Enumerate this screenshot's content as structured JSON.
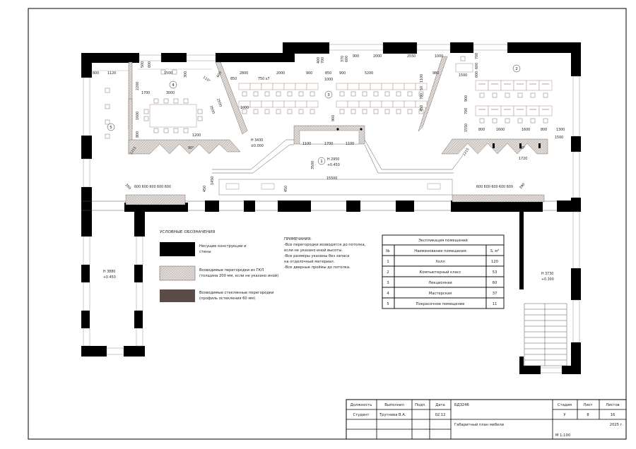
{
  "rooms": [
    {
      "number": "1",
      "name": "Холл",
      "area": "120"
    },
    {
      "number": "2",
      "name": "Компьютерный класс",
      "area": "53"
    },
    {
      "number": "3",
      "name": "Лекционная",
      "area": "60"
    },
    {
      "number": "4",
      "name": "Мастерская",
      "area": "37"
    },
    {
      "number": "5",
      "name": "Покрасочное помещение",
      "area": "11"
    }
  ],
  "explication": {
    "title": "Экспликация помещений",
    "col_no": "№",
    "col_name": "Наименование помещения",
    "col_area": "S, м²"
  },
  "legend": {
    "title": "УСЛОВНЫЕ ОБОЗНАЧЕНИЯ",
    "items": [
      {
        "line1": "Несущие конструкции и",
        "line2": "стены",
        "color": "#000000"
      },
      {
        "line1": "Возводимые перегородки из ГКЛ",
        "line2": "(толщина 200 мм, если не указано иной)",
        "color": "#d8d0cc"
      },
      {
        "line1": "Возводимые стеклянные перегородки",
        "line2": "(профиль остекления 60 мм)",
        "color": "#5b4b49"
      }
    ]
  },
  "notes": {
    "title": "ПРИМЕЧАНИЯ:",
    "lines": [
      "-Все перегородки возводятся до потолка,",
      "если не указано иной высоты.",
      "-Все размеры указаны без запаса",
      "на отделочный материал.",
      "-Все дверные проёмы до потолка."
    ]
  },
  "levels": [
    {
      "h": "Н 3430",
      "mark": "±0.000"
    },
    {
      "h": "Н 2950",
      "mark": "+0.450"
    },
    {
      "h": "Н 3880",
      "mark": "+0.450"
    },
    {
      "h": "Н 3730",
      "mark": "+0.300"
    }
  ],
  "dims": {
    "r45": [
      "800",
      "1120",
      "1500",
      "500",
      "600",
      "300",
      "2200",
      "1700",
      "3000",
      "1600",
      "800",
      "1200",
      "1215",
      "90°",
      "3500",
      "2500",
      "600",
      "110°"
    ],
    "r3": [
      "2800",
      "2000",
      "900",
      "850",
      "900",
      "5200",
      "980",
      "850",
      "750 x7",
      "1000",
      "1000",
      "900",
      "1100",
      "1700",
      "1100",
      "900",
      "2000",
      "2550",
      "1000",
      "400",
      "700",
      "370",
      "600",
      "1100",
      "50",
      "700",
      "450"
    ],
    "r2": [
      "1500",
      "600",
      "600",
      "700",
      "900",
      "700",
      "1550",
      "800",
      "1600",
      "1600",
      "800",
      "1300",
      "1500",
      "1215",
      "90°",
      "1720"
    ],
    "corr": [
      "3500",
      "15500",
      "450",
      "1450",
      "450",
      "390",
      "600 600 600 600 600",
      "600 600 600 600 600",
      "390"
    ]
  },
  "title_block": {
    "h_position": "Должность",
    "h_author": "Выполнил",
    "h_sign": "Подп.",
    "h_date": "Дата",
    "code": "БДЗ246",
    "h_stage": "Стадия",
    "h_sheet": "Лист",
    "h_sheets": "Листов",
    "position": "Студент",
    "author": "Трутнева В.А.",
    "date": "02.12",
    "stage": "У",
    "sheet": "8",
    "sheets": "16",
    "drawing_title": "Габаритный план мебели",
    "year": "2025 г.",
    "scale": "М 1:100"
  }
}
